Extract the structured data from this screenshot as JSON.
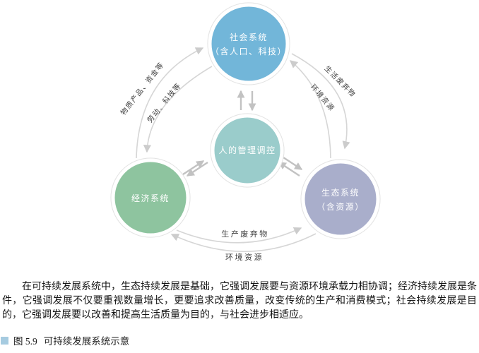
{
  "diagram": {
    "nodes": {
      "social": {
        "label_line1": "社会系统",
        "label_line2": "（含人口、科技）",
        "color": "#72b6d9"
      },
      "management": {
        "label": "人的管理调控",
        "color": "#9acccb"
      },
      "economic": {
        "label": "经济系统",
        "color": "#8ec49f"
      },
      "ecological": {
        "label_line1": "生态系统",
        "label_line2": "（含资源）",
        "color": "#a9aecb"
      }
    },
    "flow_labels": {
      "left_outer": "物质产品、资金等",
      "left_inner": "劳动、科技等",
      "right_outer": "生活废弃物",
      "right_inner": "环境资源",
      "bottom_upper": "生产废弃物",
      "bottom_lower": "环境资源"
    },
    "colors": {
      "arc": "#d6d6d6",
      "arc_arrow": "#cccccc",
      "short_arrow": "#c2c2c2"
    }
  },
  "paragraph": "在可持续发展系统中，生态持续发展是基础，它强调发展要与资源环境承载力相协调；经济持续发展是条件，它强调发展不仅要重视数量增长，更要追求改善质量，改变传统的生产和消费模式；社会持续发展是目的，它强调发展要以改善和提高生活质量为目的，与社会进步相适应。",
  "caption": {
    "marker_color": "#a6cbe0",
    "label": "图 5.9",
    "title": "可持续发展系统示意"
  }
}
